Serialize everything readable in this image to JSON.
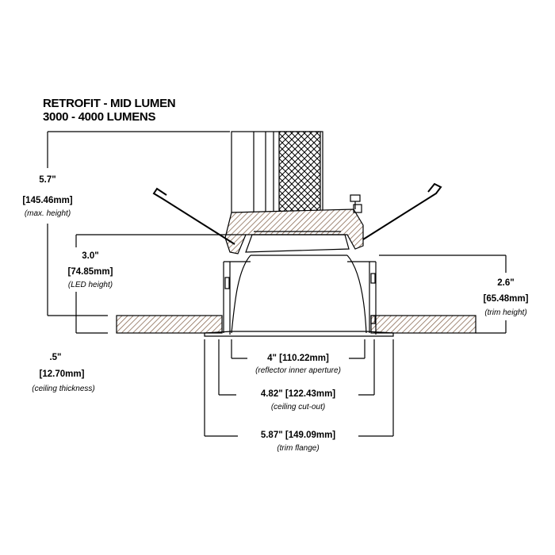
{
  "title": {
    "line1": "RETROFIT - MID LUMEN",
    "line2": "3000 - 4000 LUMENS"
  },
  "dimensions": {
    "max_height": {
      "inches": "5.7\"",
      "mm": "[145.46mm]",
      "desc": "(max. height)"
    },
    "led_height": {
      "inches": "3.0\"",
      "mm": "[74.85mm]",
      "desc": "(LED height)"
    },
    "ceiling_thickness": {
      "inches": ".5\"",
      "mm": "[12.70mm]",
      "desc": "(ceiling thickness)"
    },
    "trim_height": {
      "inches": "2.6\"",
      "mm": "[65.48mm]",
      "desc": "(trim height)"
    },
    "reflector_aperture": {
      "value": "4\"  [110.22mm]",
      "desc": "(reflector inner aperture)"
    },
    "ceiling_cutout": {
      "value": "4.82\"  [122.43mm]",
      "desc": "(ceiling cut-out)"
    },
    "trim_flange": {
      "value": "5.87\"  [149.09mm]",
      "desc": "(trim flange)"
    }
  },
  "colors": {
    "line": "#000000",
    "background": "#ffffff",
    "hatch": "#8a6b55"
  }
}
